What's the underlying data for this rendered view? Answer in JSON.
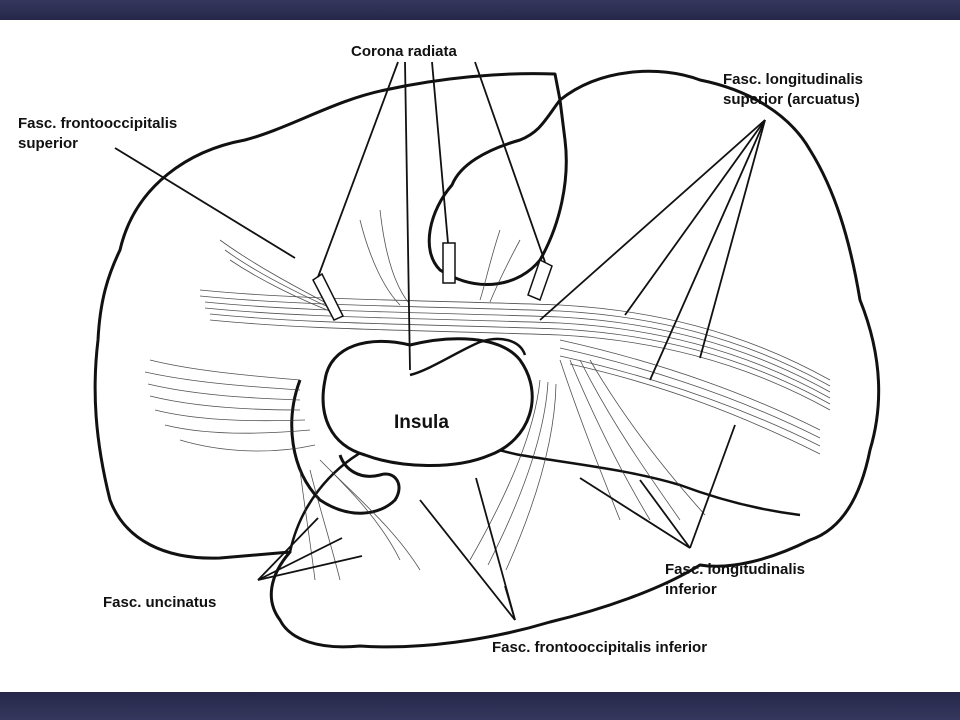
{
  "labels": {
    "corona_radiata": "Corona radiata",
    "fasc_frontooccipitalis_superior_l1": "Fasc. frontooccipitalis",
    "fasc_frontooccipitalis_superior_l2": "superior",
    "fasc_longitudinalis_superior_l1": "Fasc. longitudinalis",
    "fasc_longitudinalis_superior_l2": "superior (arcuatus)",
    "insula": "Insula",
    "fasc_uncinatus": "Fasc. uncinatus",
    "fasc_longitudinalis_inferior_l1": "Fasc. longitudinalis",
    "fasc_longitudinalis_inferior_l2": "inferior",
    "fasc_frontooccipitalis_inferior": "Fasc. frontooccipitalis inferior"
  },
  "colors": {
    "frame": "#2b2d4e",
    "background": "#ffffff",
    "ink": "#111111"
  }
}
